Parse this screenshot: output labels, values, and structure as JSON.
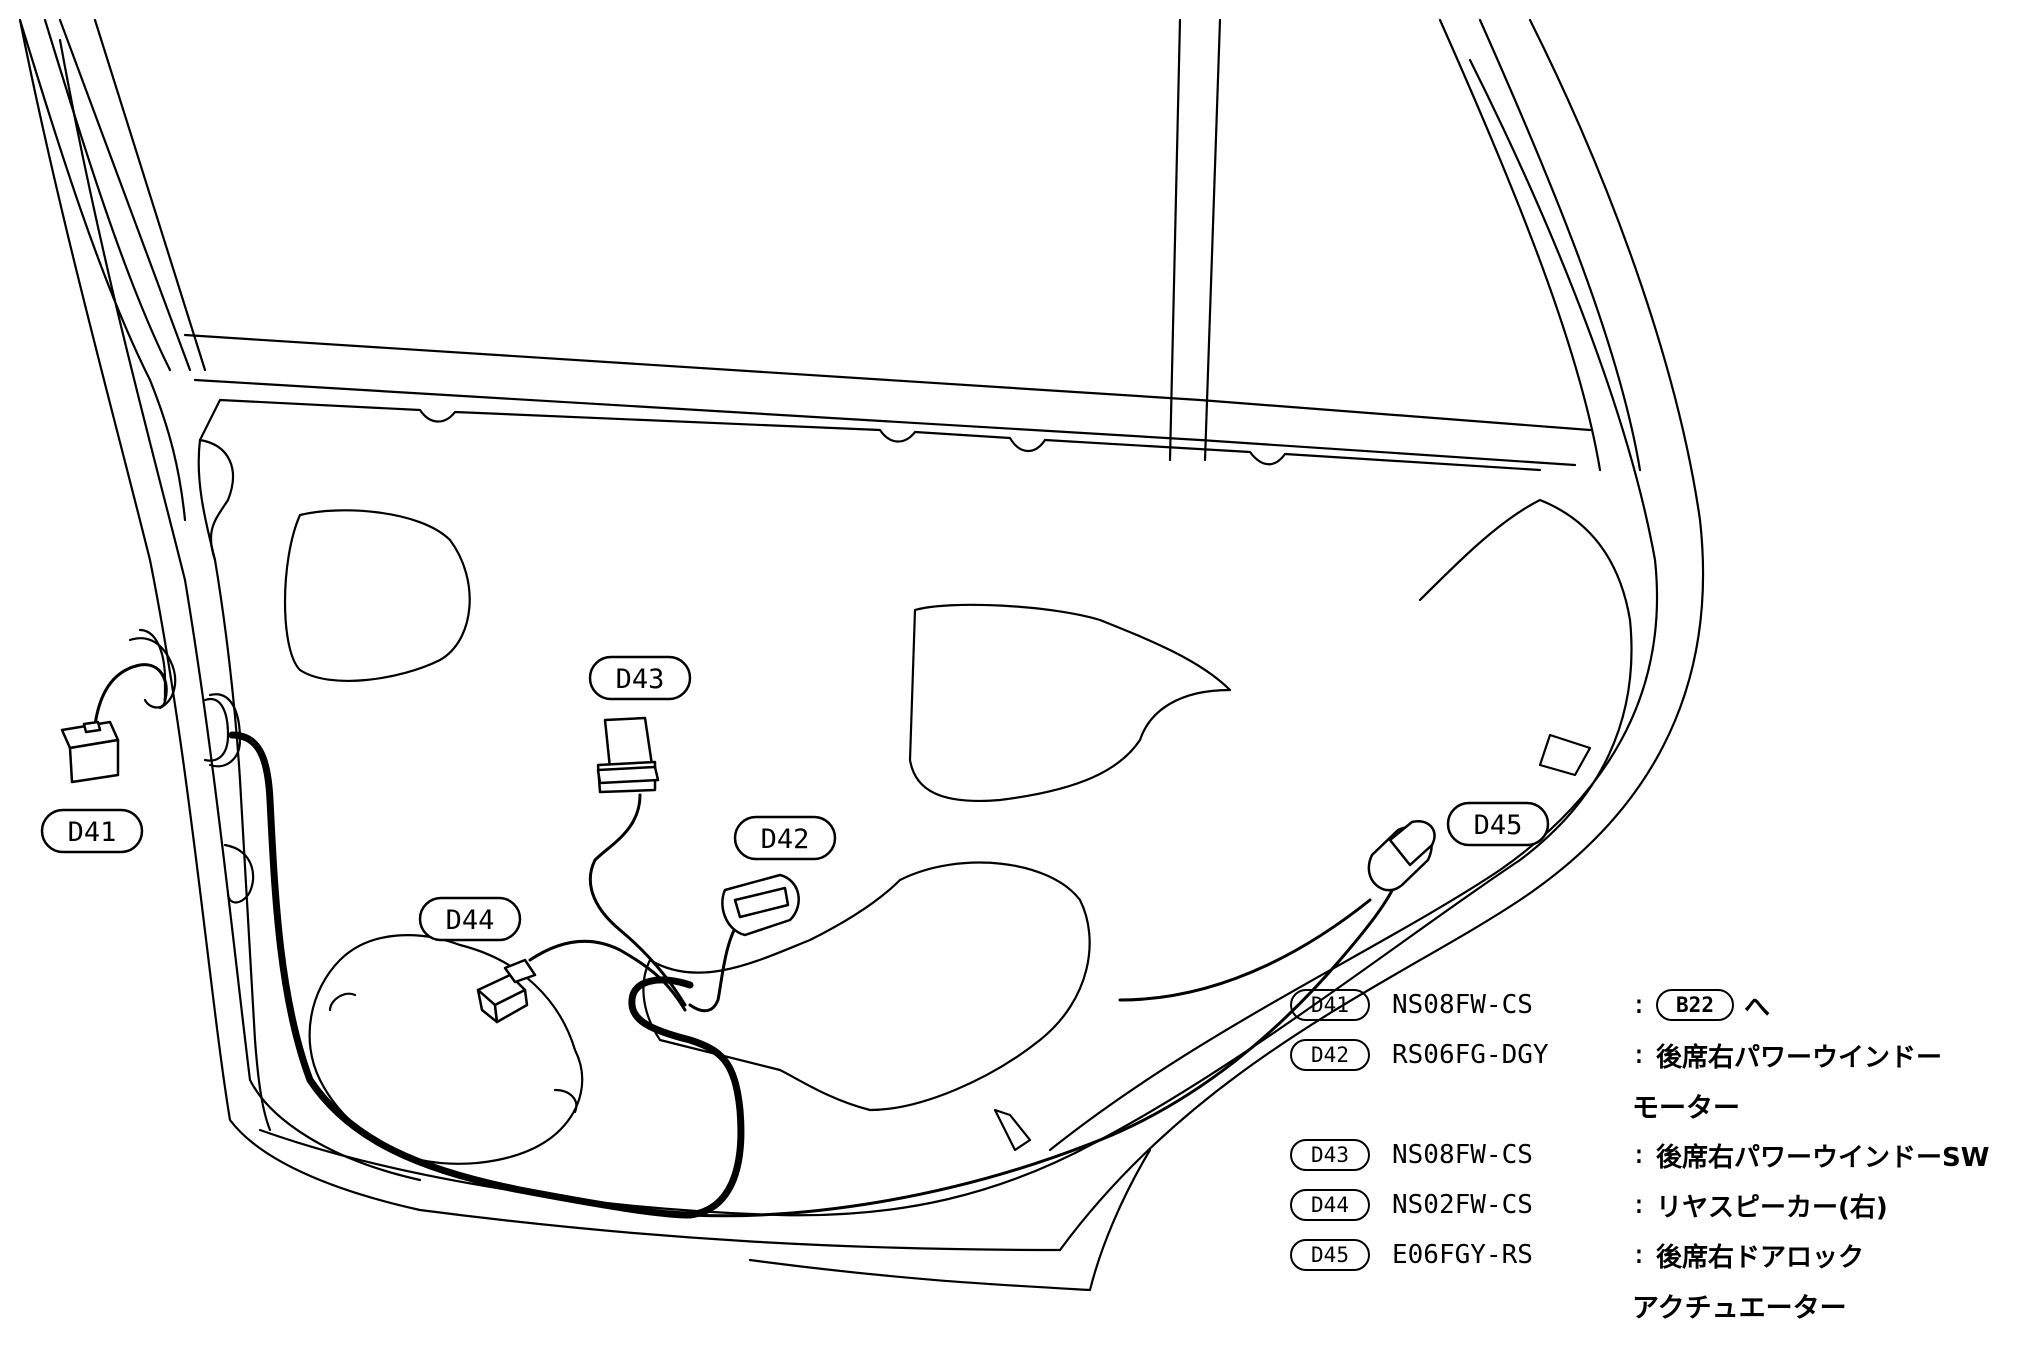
{
  "callouts": [
    {
      "id": "D41"
    },
    {
      "id": "D42"
    },
    {
      "id": "D43"
    },
    {
      "id": "D44"
    },
    {
      "id": "D45"
    }
  ],
  "legend": [
    {
      "id": "D41",
      "code": "NS08FW-CS",
      "sep": ":",
      "ref": "B22",
      "desc": "へ",
      "cont": ""
    },
    {
      "id": "D42",
      "code": "RS06FG-DGY",
      "sep": ":",
      "ref": "",
      "desc": "後席右パワーウインドー",
      "cont": "モーター"
    },
    {
      "id": "D43",
      "code": "NS08FW-CS",
      "sep": ":",
      "ref": "",
      "desc": "後席右パワーウインドーSW",
      "cont": ""
    },
    {
      "id": "D44",
      "code": "NS02FW-CS",
      "sep": ":",
      "ref": "",
      "desc": "リヤスピーカー(右)",
      "cont": ""
    },
    {
      "id": "D45",
      "code": "E06FGY-RS",
      "sep": ":",
      "ref": "",
      "desc": "後席右ドアロック",
      "cont": "アクチュエーター"
    }
  ]
}
